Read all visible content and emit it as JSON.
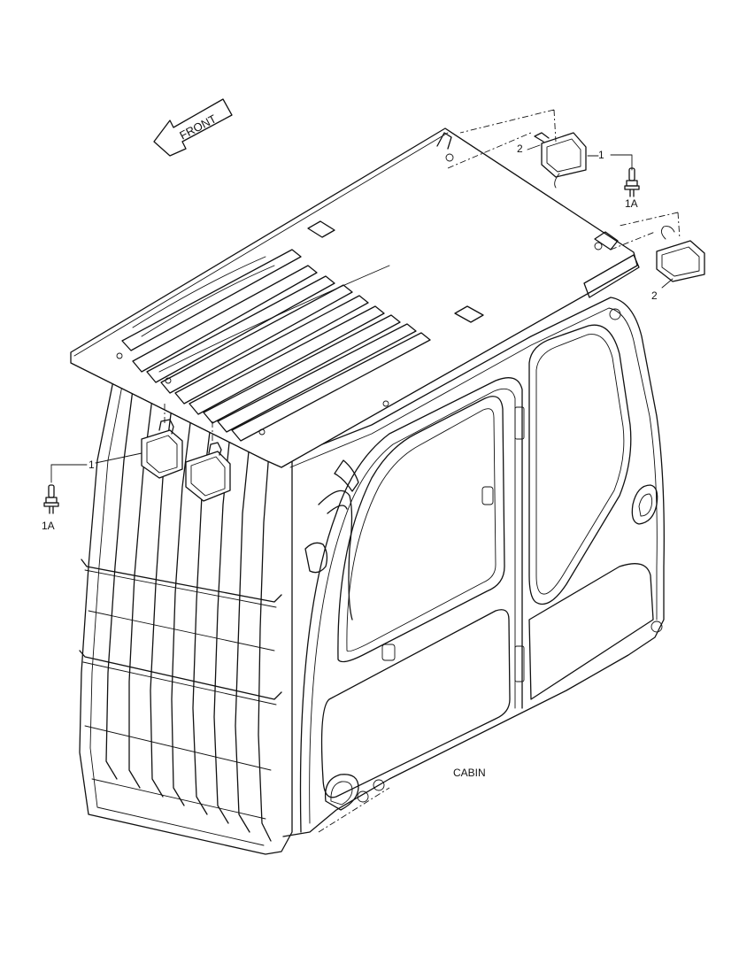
{
  "labels": {
    "front": "FRONT",
    "cabin": "CABIN",
    "callout_1_left": "1",
    "callout_1a_left": "1A",
    "callout_1_right": "1",
    "callout_1a_right": "1A",
    "callout_2_top": "2",
    "callout_2_mid": "2"
  },
  "colors": {
    "line": "#111111",
    "background": "#ffffff"
  },
  "icons": {
    "bulb": "halogen-bulb-icon",
    "arrow": "front-direction-arrow"
  }
}
